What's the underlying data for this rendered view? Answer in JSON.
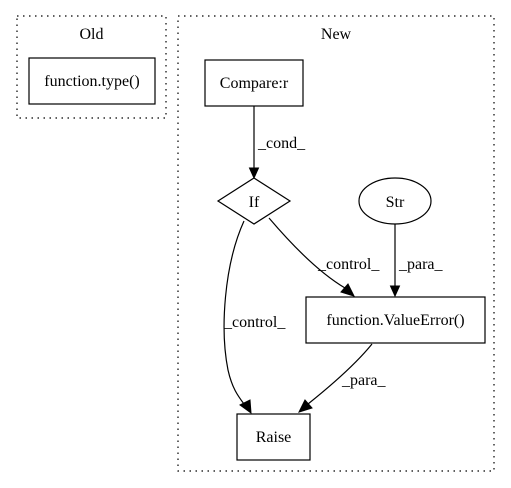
{
  "clusters": {
    "old": "Old",
    "new": "New"
  },
  "nodes": {
    "type_call": "function.type()",
    "compare": "Compare:r",
    "if": "If",
    "str": "Str",
    "value_error": "function.ValueError()",
    "raise": "Raise"
  },
  "edges": {
    "compare_to_if": "_cond_",
    "if_to_value_error": "_control_",
    "str_to_value_error": "_para_",
    "if_to_raise": "_control_",
    "value_error_to_raise": "_para_"
  }
}
